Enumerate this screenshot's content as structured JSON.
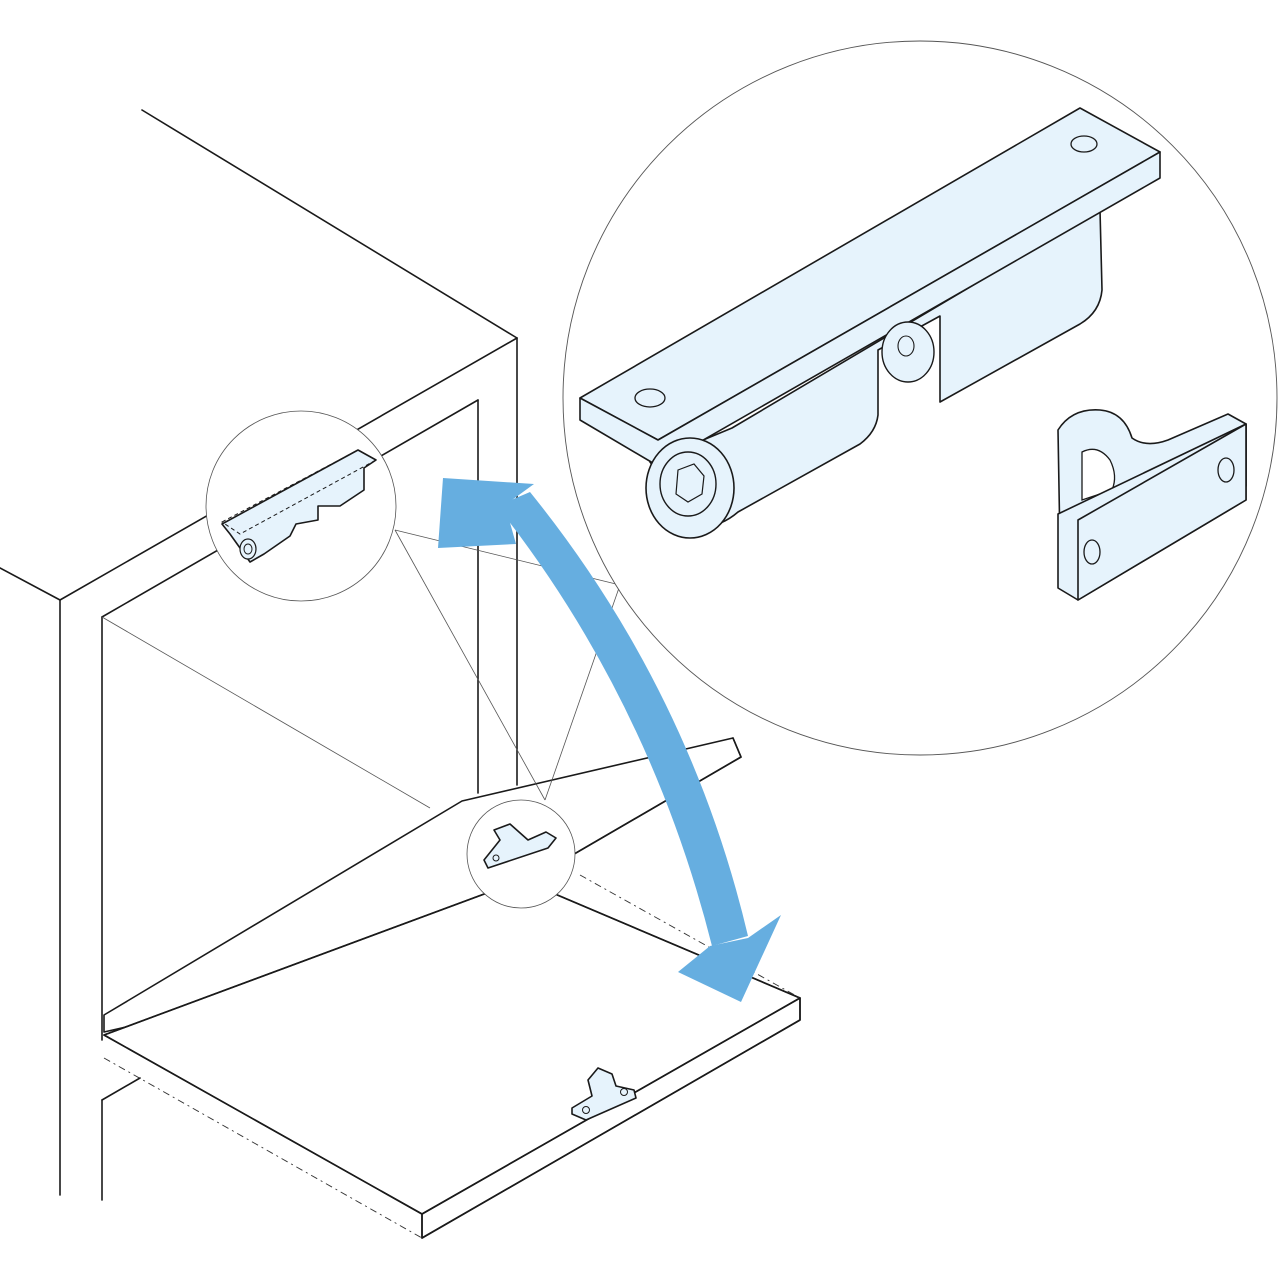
{
  "figure": {
    "colors": {
      "line": "#1a1a1a",
      "part_fill": "#e6f3fc",
      "arrow": "#66aee0",
      "background": "#ffffff"
    },
    "icons": [
      "double-headed-curved-arrow",
      "magnifier-circle",
      "roller-catch",
      "catch-strike-plate"
    ]
  }
}
